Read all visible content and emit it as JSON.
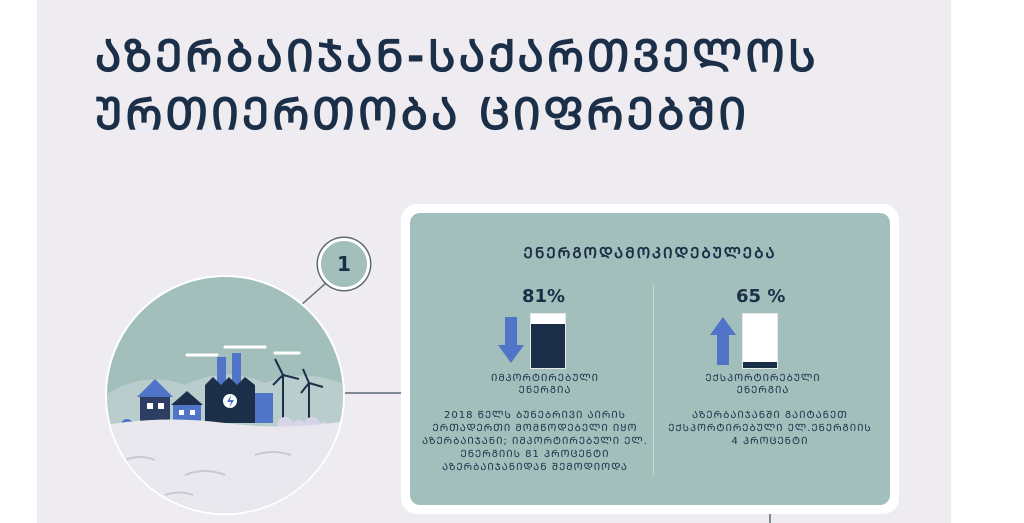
{
  "title": {
    "line1": "ᲐᲖᲔᲠᲑᲐᲘᲯᲐᲜ-ᲡᲐᲥᲐᲠᲗᲕᲔᲚᲝᲡ",
    "line2": "ᲣᲠᲗᲘᲔᲠᲗᲝᲑᲐ ᲪᲘᲤᲠᲔᲑᲨᲘ"
  },
  "badge": {
    "number": "1"
  },
  "card": {
    "title": "ᲔᲜᲔᲠᲒᲝᲓᲐᲛᲝᲙᲘᲓᲔᲑᲣᲚᲔᲑᲐ",
    "import": {
      "percent_label": "81%",
      "fraction": 0.81,
      "label_line1": "ᲘᲛᲞᲝᲠᲢᲘᲠᲔᲑᲣᲚᲘ",
      "label_line2": "ᲔᲜᲔᲠᲒᲘᲐ",
      "desc": [
        "2018 ᲬᲔᲚᲡ ᲑᲣᲜᲔᲑᲠᲘᲕᲘ ᲐᲘᲠᲘᲡ",
        "ᲔᲠᲗᲐᲓᲔᲠᲗᲘ ᲛᲝᲛᲬᲝᲓᲔᲑᲔᲚᲘ ᲘᲧᲝ",
        "ᲐᲖᲔᲠᲑᲐᲘᲯᲐᲜᲘ; ᲘᲛᲞᲝᲠᲢᲘᲠᲔᲑᲣᲚᲘ ᲔᲚ.",
        "ᲔᲜᲔᲠᲒᲘᲘᲡ 81 ᲞᲠᲝᲪᲔᲜᲢᲘ",
        "ᲐᲖᲔᲠᲑᲐᲘᲯᲐᲜᲘᲓᲐᲜ ᲨᲔᲛᲝᲓᲘᲝᲓᲐ"
      ]
    },
    "export": {
      "percent_label": "65 %",
      "fraction": 0.04,
      "label_line1": "ᲔᲥᲡᲞᲝᲠᲢᲘᲠᲔᲑᲣᲚᲘ",
      "label_line2": "ᲔᲜᲔᲠᲒᲘᲐ",
      "desc": [
        "ᲐᲖᲔᲠᲑᲐᲘᲯᲐᲜᲨᲘ ᲒᲐᲘᲢᲐᲜᲔᲗ",
        "ᲔᲥᲡᲞᲝᲠᲢᲘᲠᲔᲑᲣᲚᲘ ᲔᲚ.ᲔᲜᲔᲠᲒᲘᲘᲡ",
        "4 ᲞᲠᲝᲪᲔᲜᲢᲘ"
      ]
    }
  },
  "colors": {
    "navy": "#1c2f48",
    "teal": "#a3bfbc",
    "arrow_blue": "#4f74c8",
    "panel_bg": "#efecf1"
  },
  "icons": {
    "import_arrow": "arrow-down-icon",
    "export_arrow": "arrow-up-icon"
  }
}
